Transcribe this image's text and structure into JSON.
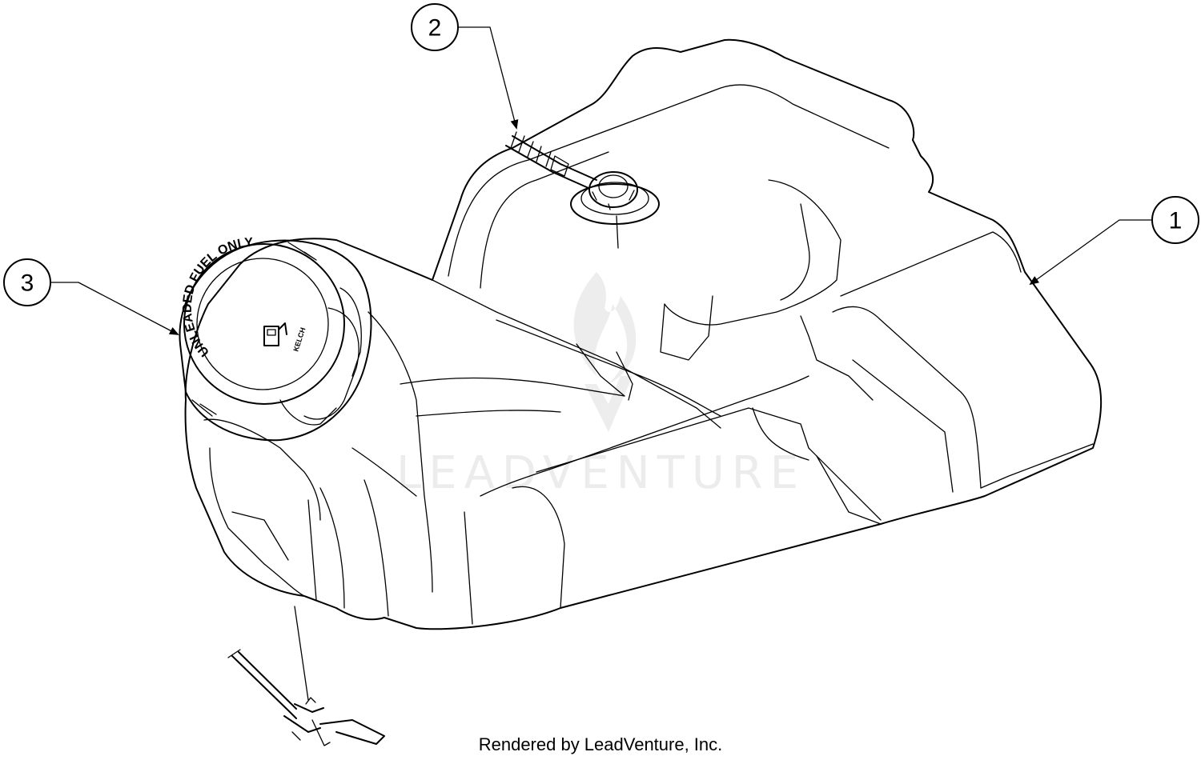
{
  "callouts": [
    {
      "number": "1"
    },
    {
      "number": "2"
    },
    {
      "number": "3"
    }
  ],
  "fuel_cap": {
    "arc_text": "UNLEADED FUEL ONLY",
    "brand_text": "KELCH",
    "icon": "fuel-pump-icon"
  },
  "watermark": {
    "text": "LEADVENTURE",
    "icon": "flame-logo-icon"
  },
  "footer": {
    "text": "Rendered by LeadVenture, Inc."
  },
  "colors": {
    "line": "#000000",
    "background": "#ffffff",
    "watermark": "#ececec"
  }
}
